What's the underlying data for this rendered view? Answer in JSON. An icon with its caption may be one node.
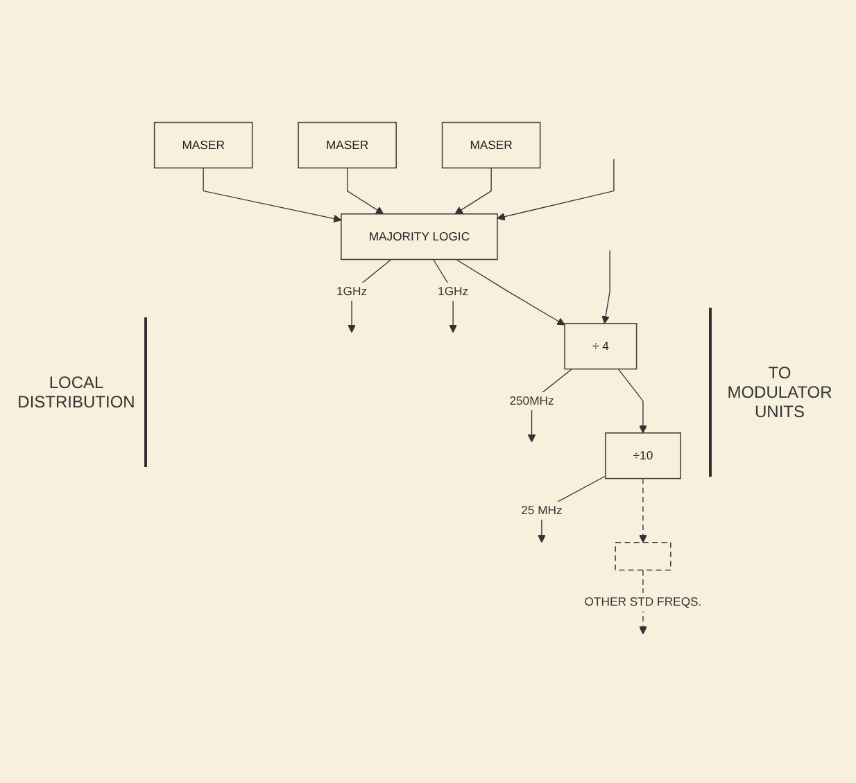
{
  "diagram": {
    "nodes": [
      {
        "text": [
          "MASER"
        ]
      },
      {
        "text": [
          "MASER"
        ]
      },
      {
        "text": [
          "MASER"
        ]
      },
      {
        "text": [
          "MAJORITY LOGIC"
        ]
      },
      {
        "text": [
          "÷ 4"
        ]
      },
      {
        "text": [
          "÷10"
        ]
      },
      {
        "text": [],
        "shape": "box"
      }
    ],
    "edges": [
      {
        "from": 0,
        "to": 3,
        "arrow": "to"
      },
      {
        "from": 1,
        "to": 3,
        "arrow": "to"
      },
      {
        "from": 2,
        "to": 3,
        "arrow": "to"
      },
      {
        "from": null,
        "to": 3,
        "arrow": "to"
      },
      {
        "from": 3,
        "to": null,
        "label": "1GHz",
        "arrow": "to"
      },
      {
        "from": 3,
        "to": null,
        "label": "1GHz",
        "arrow": "to"
      },
      {
        "from": 3,
        "to": 4,
        "arrow": "to"
      },
      {
        "from": null,
        "to": 4,
        "arrow": "to"
      },
      {
        "from": 4,
        "to": null,
        "label": "250MHz",
        "arrow": "to"
      },
      {
        "from": 4,
        "to": 5,
        "arrow": "to"
      },
      {
        "from": 5,
        "to": null,
        "label": "25 MHz",
        "arrow": "to"
      },
      {
        "from": 5,
        "to": 6,
        "arrow": "to",
        "style": "dashed"
      },
      {
        "from": 6,
        "to": null,
        "label": "OTHER STD FREQS.",
        "arrow": "to",
        "style": "dashed"
      }
    ],
    "labels": [
      "TO MODULATOR UNITS",
      "LOCAL DISTRIBUTION"
    ]
  }
}
